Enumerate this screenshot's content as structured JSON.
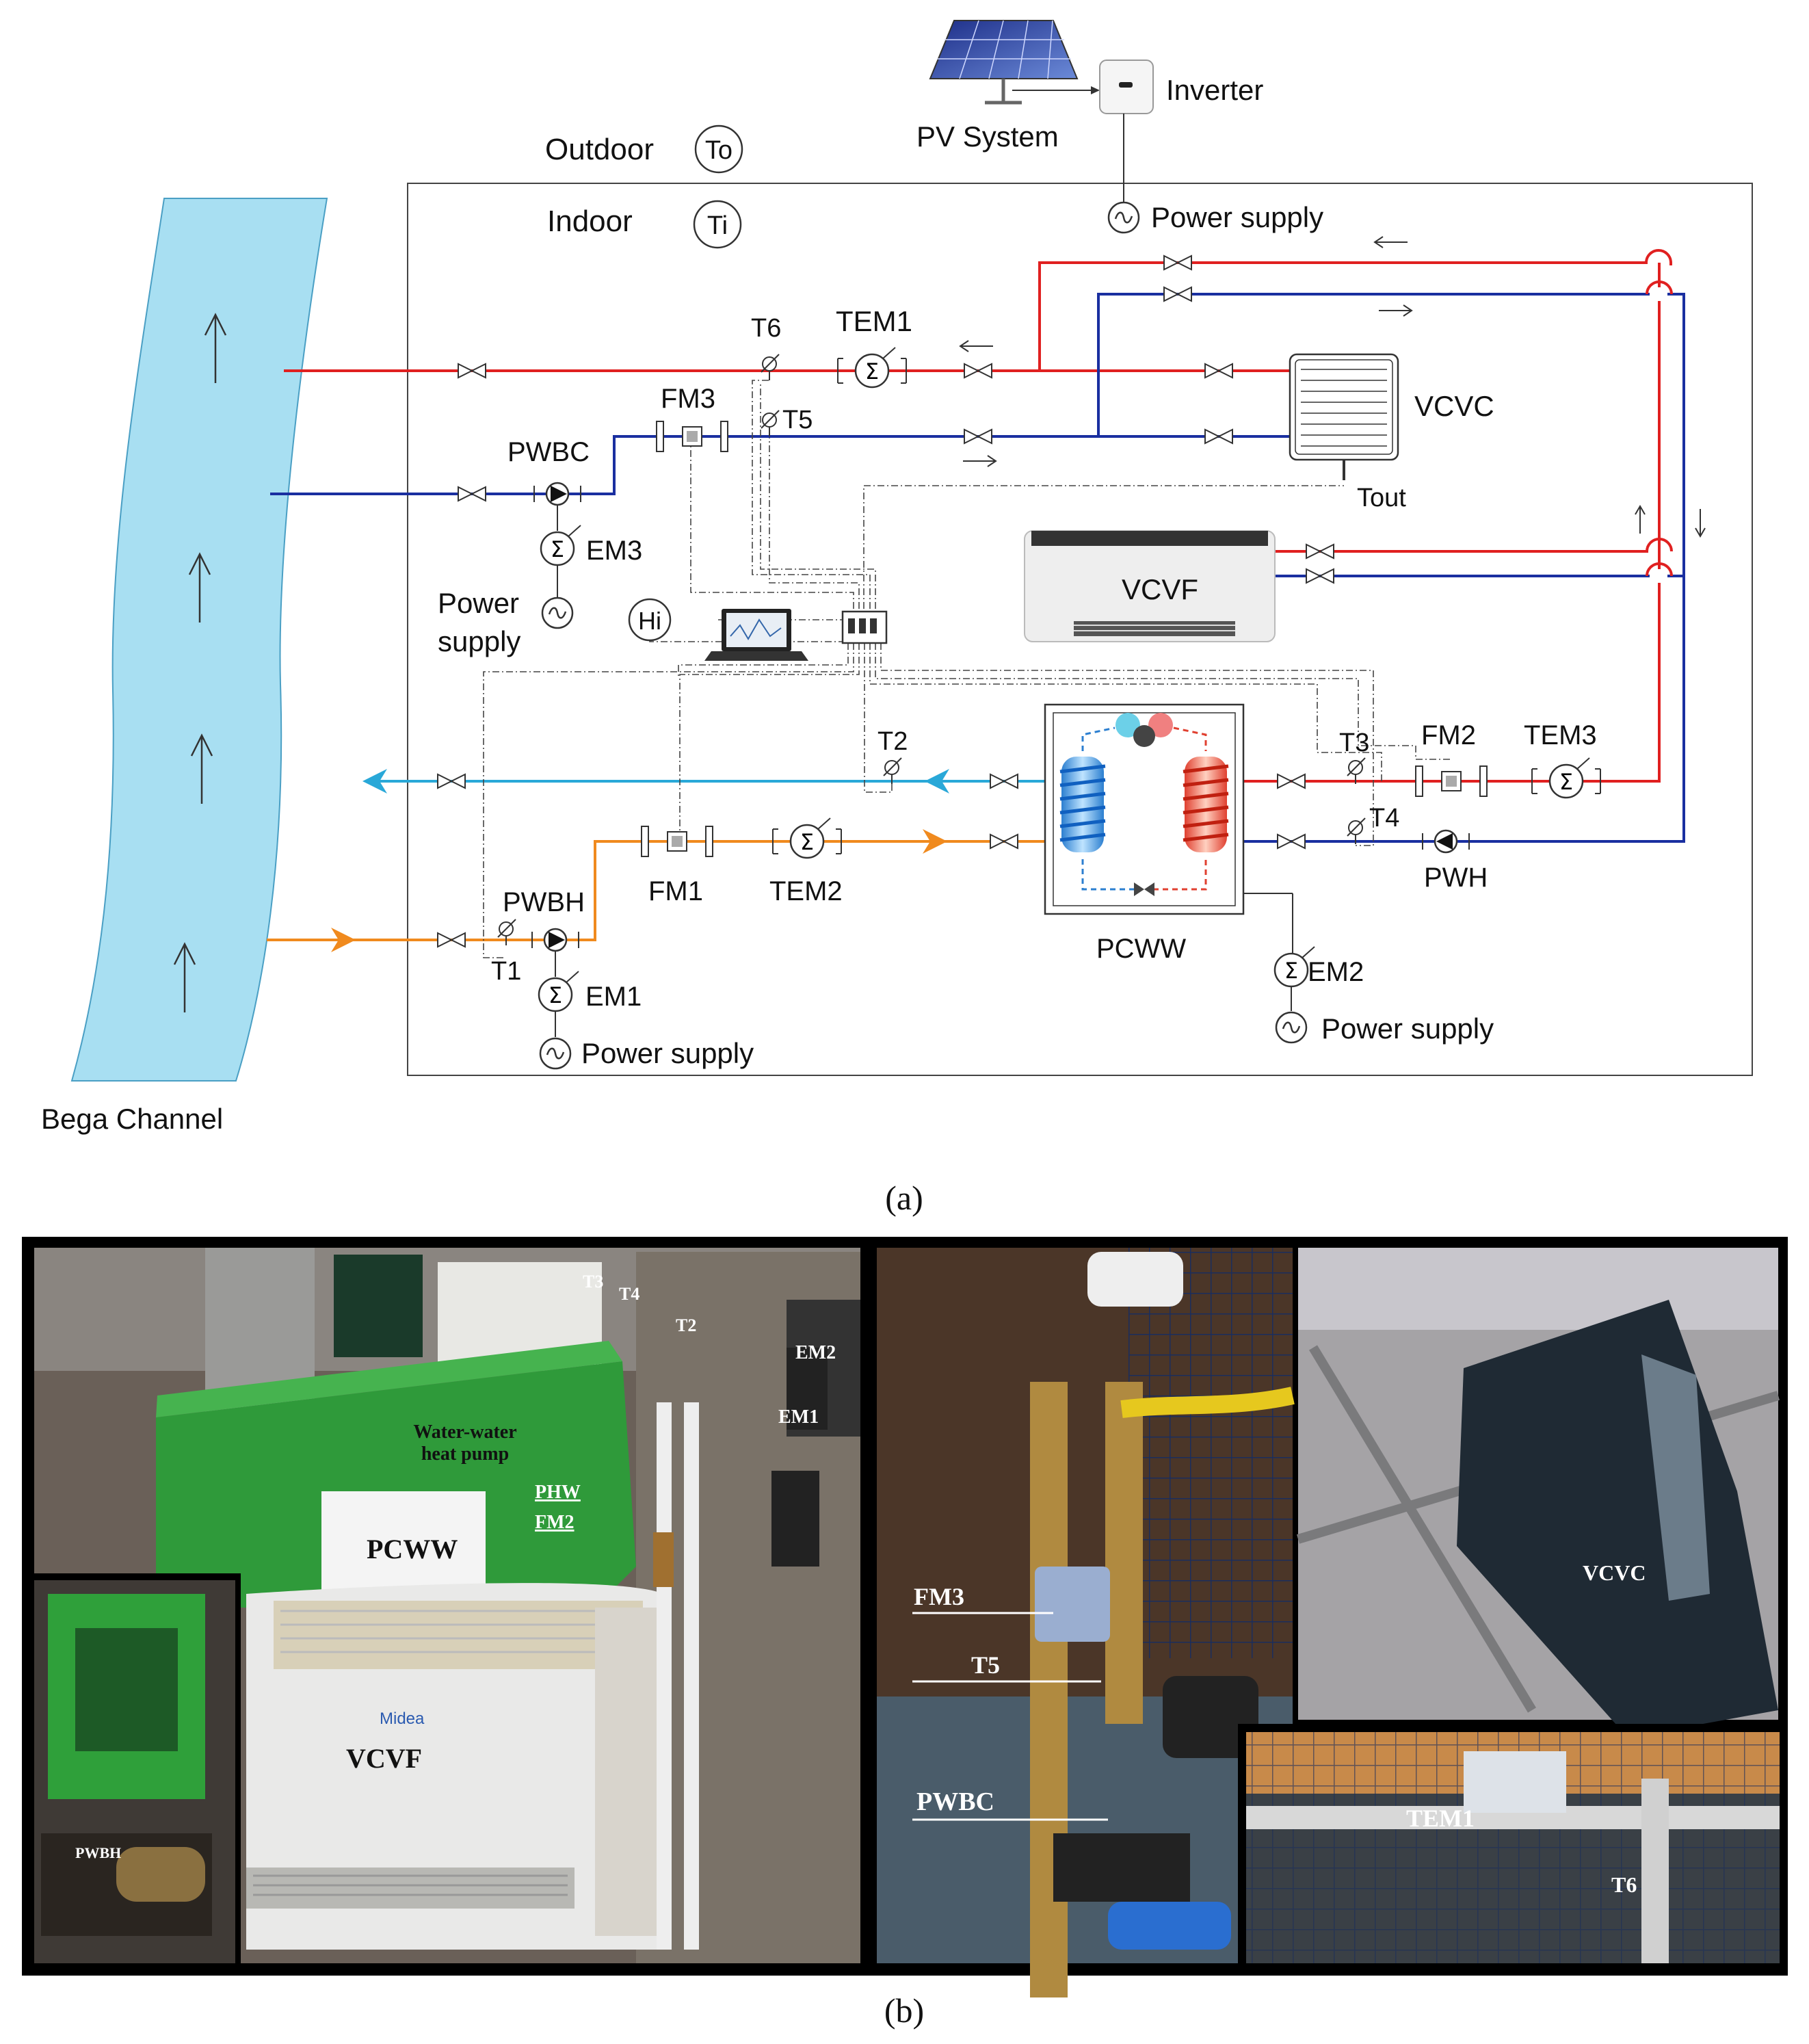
{
  "diagram": {
    "labels": {
      "pv": "PV System",
      "inverter": "Inverter",
      "outdoor": "Outdoor",
      "indoor": "Indoor",
      "to": "To",
      "ti": "Ti",
      "power_supply_top": "Power supply",
      "vcvc": "VCVC",
      "tout": "Tout",
      "vcvf": "VCVF",
      "t6": "T6",
      "tem1": "TEM1",
      "fm3": "FM3",
      "t5": "T5",
      "pwbc": "PWBC",
      "em3": "EM3",
      "power_supply_left": "Power\nsupply",
      "hi": "Hi",
      "t2": "T2",
      "t3": "T3",
      "fm2": "FM2",
      "tem3": "TEM3",
      "t4": "T4",
      "pwh": "PWH",
      "fm1": "FM1",
      "tem2": "TEM2",
      "pcww": "PCWW",
      "em2": "EM2",
      "power_supply_right": "Power supply",
      "pwbh": "PWBH",
      "t1": "T1",
      "em1": "EM1",
      "power_supply_bottom": "Power supply",
      "bega": "Bega Channel"
    },
    "caption_a": "(a)",
    "caption_b": "(b)"
  },
  "photos": {
    "photo1": {
      "t3": "T3",
      "t4": "T4",
      "t2": "T2",
      "em2": "EM2",
      "em1": "EM1",
      "heat_pump": "Water-water\nheat pump",
      "phw": "PHW",
      "fm2": "FM2",
      "pcww": "PCWW",
      "vcvf": "VCVF",
      "pwbh": "PWBH",
      "brand": "Midea"
    },
    "photo2": {
      "fm3": "FM3",
      "t5": "T5",
      "pwbc": "PWBC"
    },
    "photo3": {
      "vcvc": "VCVC"
    },
    "photo4": {
      "tem1": "TEM1",
      "t6": "T6"
    }
  },
  "colors": {
    "hot_pipe": "#e02020",
    "cold_pipe": "#1a2fa0",
    "return_pipe": "#29a8d8",
    "supply_pipe": "#f08a1e",
    "channel": "#a8dff2"
  }
}
